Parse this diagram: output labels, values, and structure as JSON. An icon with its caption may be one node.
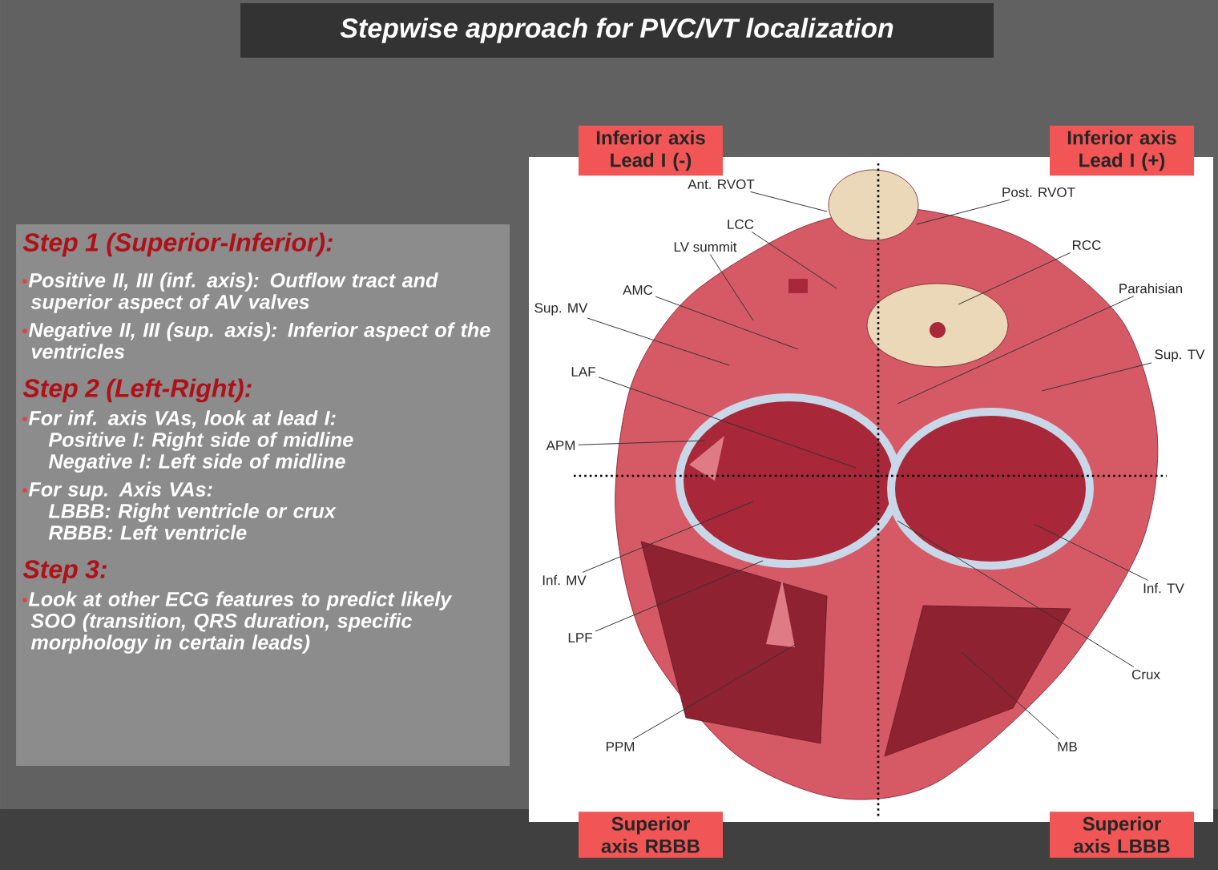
{
  "diagram": {
    "title": "Stepwise approach for PVC/VT localization",
    "nodes": [
      {
        "text": [
          "Step 1 (Superior-Inferior):",
          "Positive II, III (inf. axis): Outflow tract and superior aspect of AV valves",
          "Negative II, III (sup. axis): Inferior aspect of the ventricles",
          "Step 2 (Left-Right):",
          "For inf. axis VAs, look at lead I:",
          "Positive I: Right side of midline",
          "Negative I: Left side of midline",
          "For sup. Axis VAs:",
          "LBBB: Right ventricle or crux",
          "RBBB: Left ventricle",
          "Step 3:",
          "Look at other ECG features to predict likely SOO (transition, QRS duration, specific morphology in certain leads)"
        ]
      },
      {
        "text": [
          "Inferior axis Lead I (-)"
        ]
      },
      {
        "text": [
          "Inferior axis Lead I (+)"
        ]
      },
      {
        "text": [
          "Ant. RVOT"
        ]
      },
      {
        "text": [
          "Post. RVOT"
        ]
      },
      {
        "text": [
          "LCC"
        ]
      },
      {
        "text": [
          "LV summit"
        ]
      },
      {
        "text": [
          "RCC"
        ]
      },
      {
        "text": [
          "AMC"
        ]
      },
      {
        "text": [
          "Parahisian"
        ]
      },
      {
        "text": [
          "Sup. MV"
        ]
      },
      {
        "text": [
          "Sup. TV"
        ]
      },
      {
        "text": [
          "LAF"
        ]
      },
      {
        "text": [
          "APM"
        ]
      },
      {
        "text": [
          "Inf. MV"
        ]
      },
      {
        "text": [
          "Inf. TV"
        ]
      },
      {
        "text": [
          "LPF"
        ]
      },
      {
        "text": [
          "Crux"
        ]
      },
      {
        "text": [
          "PPM"
        ]
      },
      {
        "text": [
          "MB"
        ]
      },
      {
        "text": [
          "Superior axis RBBB"
        ]
      },
      {
        "text": [
          "Superior axis LBBB"
        ]
      }
    ],
    "edges": [
      {
        "from": 3,
        "to": null,
        "arrow": "none"
      },
      {
        "from": 4,
        "to": null,
        "arrow": "none"
      },
      {
        "from": 5,
        "to": null,
        "arrow": "none"
      },
      {
        "from": 6,
        "to": null,
        "arrow": "none"
      },
      {
        "from": 7,
        "to": null,
        "arrow": "none"
      },
      {
        "from": 8,
        "to": null,
        "arrow": "none"
      },
      {
        "from": 9,
        "to": null,
        "arrow": "none"
      },
      {
        "from": 10,
        "to": null,
        "arrow": "none"
      },
      {
        "from": 11,
        "to": null,
        "arrow": "none"
      },
      {
        "from": 12,
        "to": null,
        "arrow": "none"
      },
      {
        "from": 13,
        "to": null,
        "arrow": "none"
      },
      {
        "from": 14,
        "to": null,
        "arrow": "none"
      },
      {
        "from": 15,
        "to": null,
        "arrow": "none"
      },
      {
        "from": 16,
        "to": null,
        "arrow": "none"
      },
      {
        "from": 17,
        "to": null,
        "arrow": "none"
      },
      {
        "from": 18,
        "to": null,
        "arrow": "none"
      },
      {
        "from": 19,
        "to": null,
        "arrow": "none"
      }
    ]
  }
}
